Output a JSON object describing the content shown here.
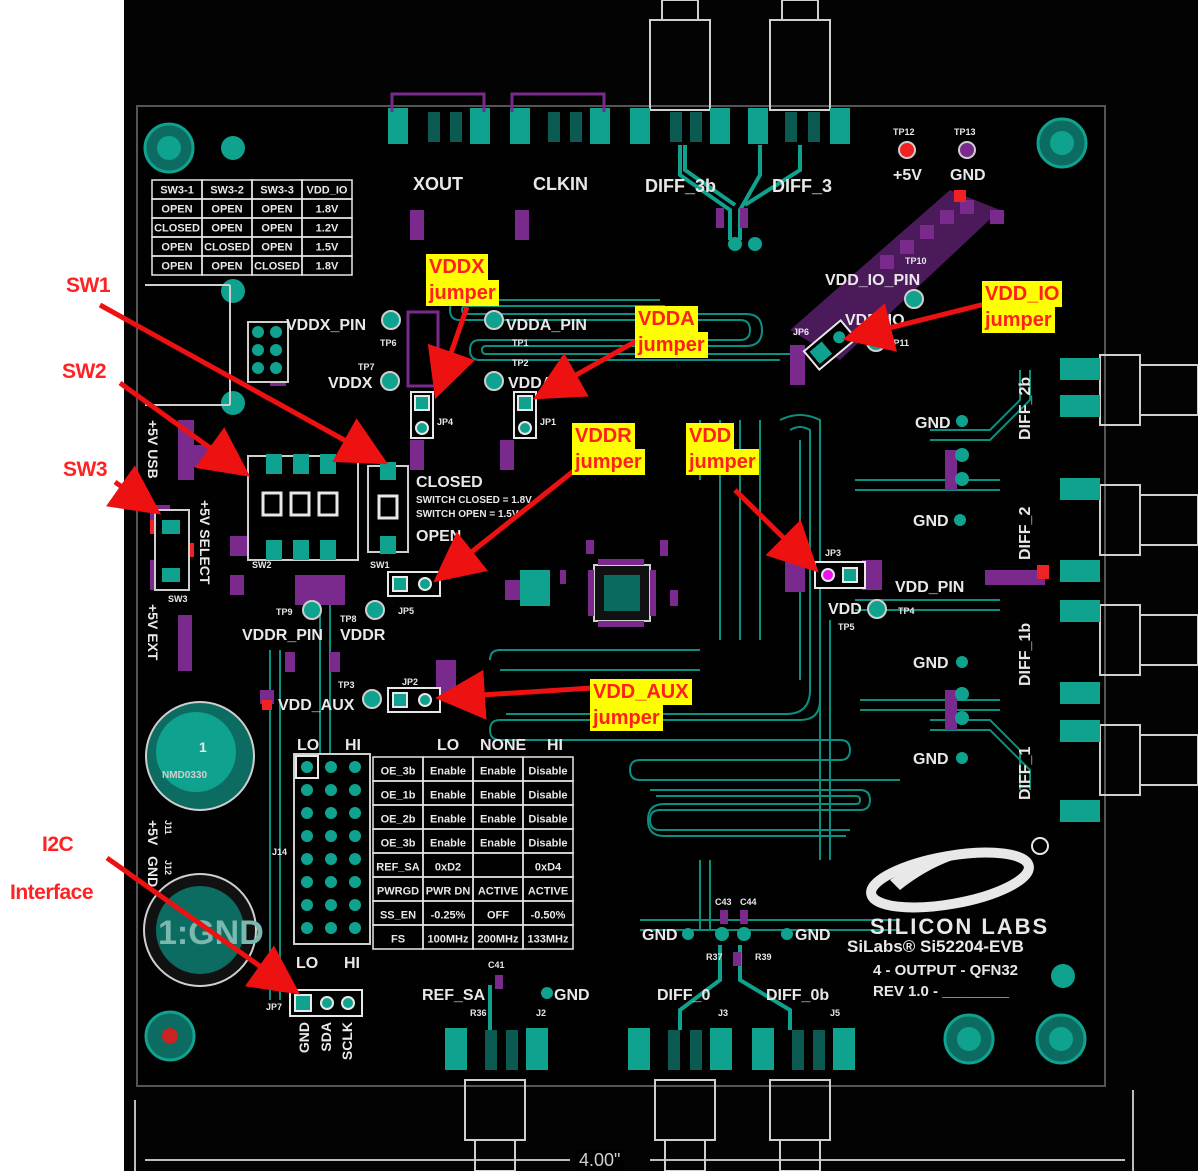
{
  "board": {
    "silkscreen": {
      "xout": "XOUT",
      "clkin": "CLKIN",
      "diff_3b": "DIFF_3b",
      "diff_3": "DIFF_3",
      "tp12": "TP12",
      "plus5v": "+5V",
      "tp13": "TP13",
      "gnd_top": "GND",
      "vdd_io_pin": "VDD_IO_PIN",
      "vdd_io": "VDD_IO",
      "tp10": "TP10",
      "tp11": "TP11",
      "jp6": "JP6",
      "vddx_pin": "VDDX_PIN",
      "vdda_pin": "VDDA_PIN",
      "tp6": "TP6",
      "tp1": "TP1",
      "tp7": "TP7",
      "tp2": "TP2",
      "vddx": "VDDX",
      "vdda": "VDDA",
      "jp4": "JP4",
      "jp1": "JP1",
      "closed": "CLOSED",
      "switch_closed": "SWITCH CLOSED = 1.8V",
      "switch_open": "SWITCH OPEN = 1.5V",
      "open": "OPEN",
      "sw2": "SW2",
      "sw1": "SW1",
      "sw3": "SW3",
      "jp5": "JP5",
      "plus5v_usb": "+5V USB",
      "plus5v_select": "+5V SELECT",
      "plus5v_ext": "+5V EXT",
      "tp9": "TP9",
      "tp8": "TP8",
      "vddr_pin": "VDDR_PIN",
      "vddr": "VDDR",
      "tp3": "TP3",
      "jp2": "JP2",
      "vdd_aux": "VDD_AUX",
      "jp3": "JP3",
      "vdd_pin": "VDD_PIN",
      "vdd": "VDD",
      "tp4": "TP4",
      "tp5": "TP5",
      "gnd_r1": "GND",
      "gnd_r2": "GND",
      "gnd_r3": "GND",
      "gnd_r4": "GND",
      "diff_2b": "DIFF_2b",
      "diff_2": "DIFF_2",
      "diff_1b": "DIFF_1b",
      "diff_1": "DIFF_1",
      "lo": "LO",
      "hi": "HI",
      "lo2": "LO",
      "none": "NONE",
      "hi2": "HI",
      "j14": "J14",
      "j11": "J11",
      "j12": "J12",
      "plus5v_j11": "+5V",
      "gnd_j12": "GND",
      "lo3": "LO",
      "hi3": "HI",
      "jp7": "JP7",
      "pin_gnd": "GND",
      "pin_sda": "SDA",
      "pin_sclk": "SCLK",
      "ref_sa": "REF_SA",
      "gnd_ref": "GND",
      "j2": "J2",
      "j3": "J3",
      "j5": "J5",
      "gnd_bot1": "GND",
      "gnd_bot2": "GND",
      "diff_0": "DIFF_0",
      "diff_0b": "DIFF_0b",
      "c41": "C41",
      "r36": "R36",
      "r37": "R37",
      "r39": "R39",
      "c43": "C43",
      "c44": "C44",
      "silicon_labs": "SILICON LABS",
      "model": "SiLabs® Si52204-EVB",
      "variant": "4 - OUTPUT - QFN32",
      "rev": "REV 1.0 - ________",
      "big_cap_1": "1",
      "big_cap_2": "1:GND",
      "big_cap_text": "NMD0330"
    },
    "switch_table": {
      "headers": [
        "SW3-1",
        "SW3-2",
        "SW3-3",
        "VDD_IO"
      ],
      "rows": [
        [
          "OPEN",
          "OPEN",
          "OPEN",
          "1.8V"
        ],
        [
          "CLOSED",
          "OPEN",
          "OPEN",
          "1.2V"
        ],
        [
          "OPEN",
          "CLOSED",
          "OPEN",
          "1.5V"
        ],
        [
          "OPEN",
          "OPEN",
          "CLOSED",
          "1.8V"
        ]
      ]
    },
    "config_table": {
      "rows": [
        [
          "OE_3b",
          "Enable",
          "Enable",
          "Disable"
        ],
        [
          "OE_1b",
          "Enable",
          "Enable",
          "Disable"
        ],
        [
          "OE_2b",
          "Enable",
          "Enable",
          "Disable"
        ],
        [
          "OE_3b",
          "Enable",
          "Enable",
          "Disable"
        ],
        [
          "REF_SA",
          "0xD2",
          "",
          "0xD4"
        ],
        [
          "PWRGD",
          "PWR DN",
          "ACTIVE",
          "ACTIVE"
        ],
        [
          "SS_EN",
          "-0.25%",
          "OFF",
          "-0.50%"
        ],
        [
          "FS",
          "100MHz",
          "200MHz",
          "133MHz"
        ]
      ]
    },
    "dimension": "4.00\""
  },
  "callouts": {
    "sw1": "SW1",
    "sw2": "SW2",
    "sw3": "SW3",
    "i2c_line1": "I2C",
    "i2c_line2": "Interface",
    "vddx_1": "VDDX",
    "vddx_2": "jumper",
    "vdda_1": "VDDA",
    "vdda_2": "jumper",
    "vdd_io_1": "VDD_IO",
    "vdd_io_2": "jumper",
    "vddr_1": "VDDR",
    "vddr_2": "jumper",
    "vdd_1": "VDD",
    "vdd_2": "jumper",
    "vdd_aux_1": "VDD_AUX",
    "vdd_aux_2": "jumper"
  },
  "colors": {
    "board": "#020202",
    "copper": "#0f9a88",
    "silk": "#e8e8e8",
    "mask": "#7a2a8c",
    "callout_text": "#ff2222",
    "highlight": "#ffff00",
    "arrow": "#ee1111"
  }
}
